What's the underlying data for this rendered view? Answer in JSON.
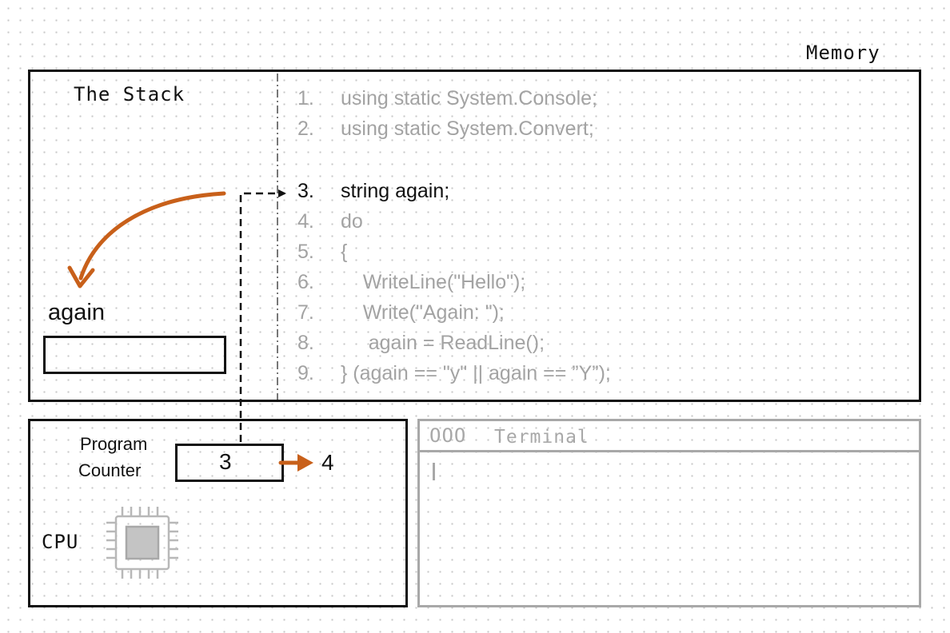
{
  "memory": {
    "label": "Memory"
  },
  "stack": {
    "title": "The Stack",
    "variable": {
      "name": "again",
      "value": ""
    }
  },
  "code": {
    "active_line": 3,
    "lines": [
      {
        "num": "1.",
        "text": "using static System.Console;"
      },
      {
        "num": "2.",
        "text": "using static System.Convert;"
      },
      {
        "num": "3.",
        "text": "string again;"
      },
      {
        "num": "4.",
        "text": "do"
      },
      {
        "num": "5.",
        "text": "{"
      },
      {
        "num": "6.",
        "text": "    WriteLine(\"Hello\");"
      },
      {
        "num": "7.",
        "text": "    Write(\"Again: \");"
      },
      {
        "num": "8.",
        "text": "     again = ReadLine();"
      },
      {
        "num": "9.",
        "text": "} (again == \"y\" || again == ”Y”);"
      }
    ]
  },
  "cpu": {
    "label": "CPU",
    "program_counter": {
      "label_line1": "Program",
      "label_line2": "Counter",
      "value": "3",
      "next_value": "4"
    }
  },
  "terminal": {
    "dots": "OOO",
    "title": "Terminal"
  },
  "colors": {
    "accent": "#c8601a",
    "ink": "#111111",
    "muted": "#a3a3a3",
    "chip": "#b8b8b8"
  },
  "icons": {
    "cpu_chip": "cpu-chip-icon",
    "cursor": "text-cursor-icon"
  }
}
